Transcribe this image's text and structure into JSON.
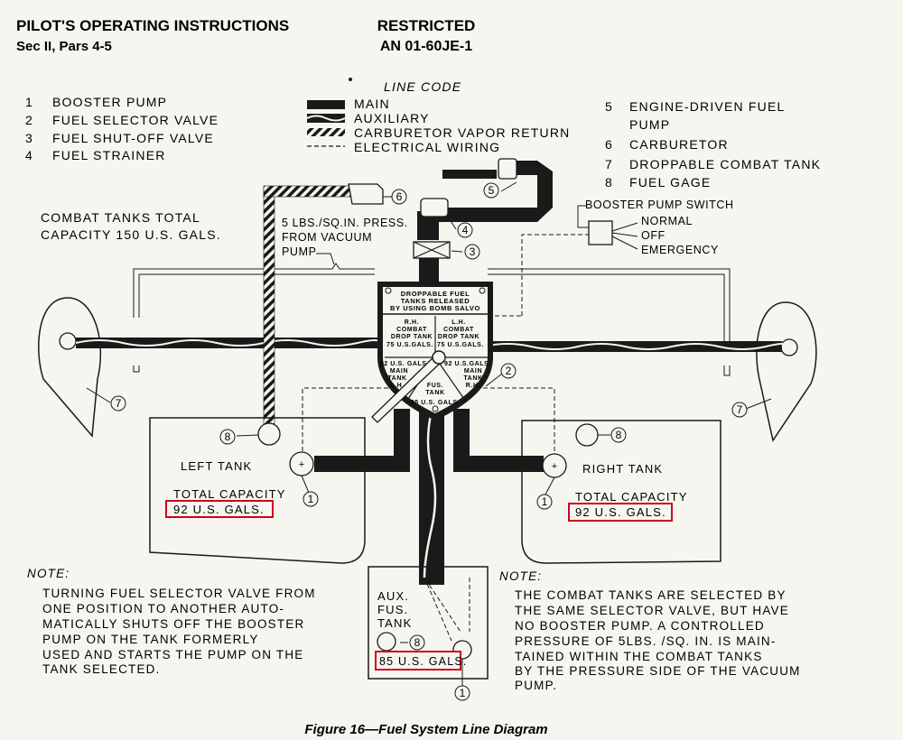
{
  "header": {
    "left_title": "PILOT'S OPERATING INSTRUCTIONS",
    "left_sub": "Sec II, Pars 4-5",
    "center_title": "RESTRICTED",
    "center_sub": "AN 01-60JE-1"
  },
  "legend_left": [
    {
      "num": "1",
      "label": "BOOSTER PUMP"
    },
    {
      "num": "2",
      "label": "FUEL SELECTOR VALVE"
    },
    {
      "num": "3",
      "label": "FUEL SHUT-OFF VALVE"
    },
    {
      "num": "4",
      "label": "FUEL STRAINER"
    }
  ],
  "legend_right": {
    "item5_num": "5",
    "item5_line1": "ENGINE-DRIVEN FUEL",
    "item5_line2": "PUMP",
    "item6_num": "6",
    "item6": "CARBURETOR",
    "item7_num": "7",
    "item7": "DROPPABLE COMBAT TANK",
    "item8_num": "8",
    "item8": "FUEL GAGE"
  },
  "line_code": {
    "title": "LINE CODE",
    "main": "MAIN",
    "auxiliary": "AUXILIARY",
    "vapor": "CARBURETOR VAPOR RETURN",
    "electrical": "ELECTRICAL WIRING"
  },
  "combat_tanks": {
    "line1": "COMBAT TANKS TOTAL",
    "line2": "CAPACITY 150 U.S. GALS."
  },
  "vacuum": {
    "line1": "5 LBS./SQ.IN. PRESS.",
    "line2": "FROM VACUUM",
    "line3": "PUMP"
  },
  "switch": {
    "title": "BOOSTER PUMP SWITCH",
    "normal": "NORMAL",
    "off": "OFF",
    "emergency": "EMERGENCY"
  },
  "valve": {
    "top1": "DROPPABLE FUEL",
    "top2": "TANKS RELEASED",
    "top3": "BY USING BOMB SALVO",
    "rh_combat": [
      "R.H.",
      "COMBAT",
      "DROP TANK",
      "75 U.S.GALS."
    ],
    "lh_combat": [
      "L.H.",
      "COMBAT",
      "DROP TANK",
      "75 U.S.GALS."
    ],
    "lh_main": [
      "92 U.S. GALS.",
      "MAIN",
      "TANK",
      "L.H."
    ],
    "rh_main": [
      "92 U.S.GALS.",
      "MAIN",
      "TANK",
      "R.H."
    ],
    "fus": [
      "FUS.",
      "TANK",
      "85 U.S. GALS."
    ]
  },
  "left_tank": {
    "name": "LEFT TANK",
    "cap_label": "TOTAL CAPACITY",
    "cap_value": "92 U.S. GALS."
  },
  "right_tank": {
    "name": "RIGHT TANK",
    "cap_label": "TOTAL CAPACITY",
    "cap_value": "92 U.S. GALS."
  },
  "aux_tank": {
    "line1": "AUX.",
    "line2": "FUS.",
    "line3": "TANK",
    "cap_value": "85 U.S. GALS."
  },
  "callouts": {
    "n1": "1",
    "n2": "2",
    "n3": "3",
    "n4": "4",
    "n5": "5",
    "n6": "6",
    "n7": "7",
    "n8": "8"
  },
  "note_left": {
    "title": "NOTE:",
    "lines": [
      "TURNING FUEL SELECTOR VALVE FROM",
      "ONE POSITION TO ANOTHER AUTO-",
      "MATICALLY SHUTS OFF THE BOOSTER",
      "PUMP ON THE TANK FORMERLY",
      "USED AND STARTS THE PUMP ON THE",
      "TANK SELECTED."
    ]
  },
  "note_right": {
    "title": "NOTE:",
    "lines": [
      "THE COMBAT TANKS ARE SELECTED BY",
      "THE SAME SELECTOR VALVE, BUT HAVE",
      "NO BOOSTER PUMP. A CONTROLLED",
      "PRESSURE OF 5LBS. /SQ. IN. IS MAIN-",
      "TAINED WITHIN THE COMBAT TANKS",
      "BY THE PRESSURE SIDE OF THE VACUUM",
      "PUMP."
    ]
  },
  "caption": "Figure 16—Fuel System Line Diagram",
  "colors": {
    "ink": "#1a1a1a",
    "paper": "#f7f5ef",
    "highlight": "#d0021b"
  }
}
